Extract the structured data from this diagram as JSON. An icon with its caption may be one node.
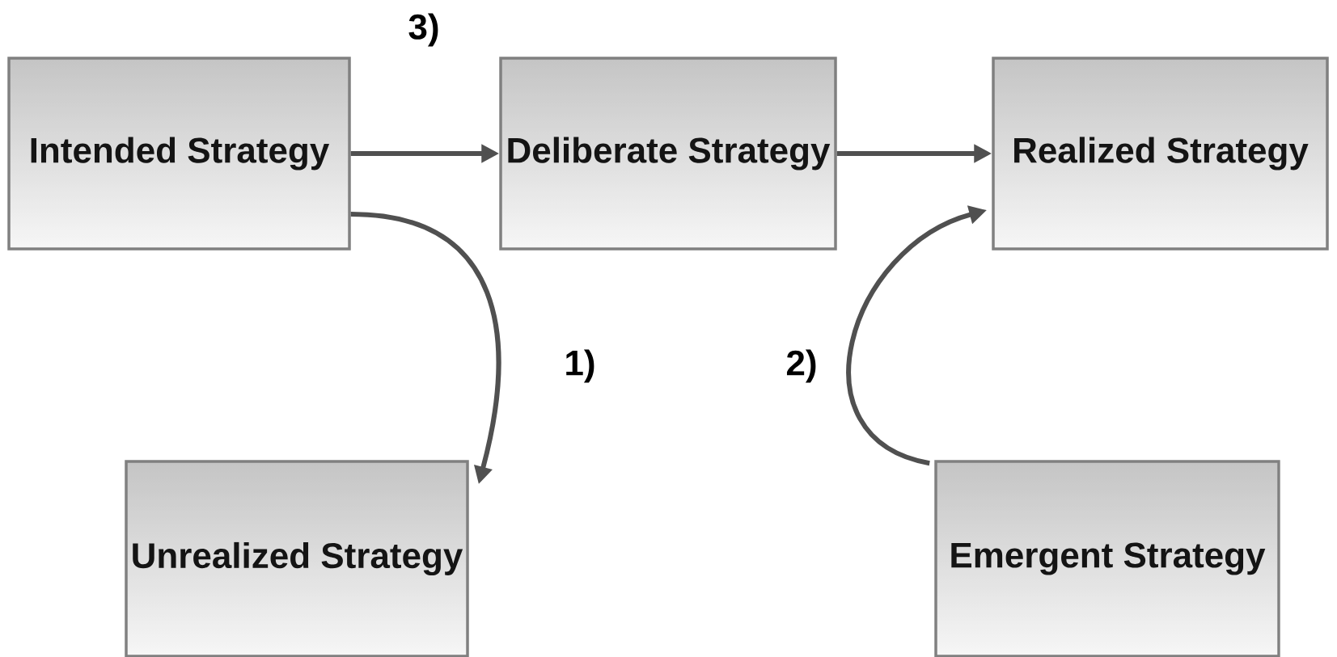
{
  "diagram": {
    "nodes": [
      {
        "text": [
          "Intended Strategy"
        ]
      },
      {
        "text": [
          "Deliberate Strategy"
        ]
      },
      {
        "text": [
          "Realized Strategy"
        ]
      },
      {
        "text": [
          "Unrealized Strategy"
        ]
      },
      {
        "text": [
          "Emergent Strategy"
        ]
      }
    ],
    "edges": [
      {
        "from": 0,
        "to": 1,
        "arrow": "to"
      },
      {
        "from": 1,
        "to": 2,
        "arrow": "to"
      },
      {
        "from": 0,
        "to": 3,
        "arrow": "to"
      },
      {
        "from": 4,
        "to": 2,
        "arrow": "to"
      }
    ],
    "labels": [
      "3)",
      "1)",
      "2)"
    ]
  }
}
